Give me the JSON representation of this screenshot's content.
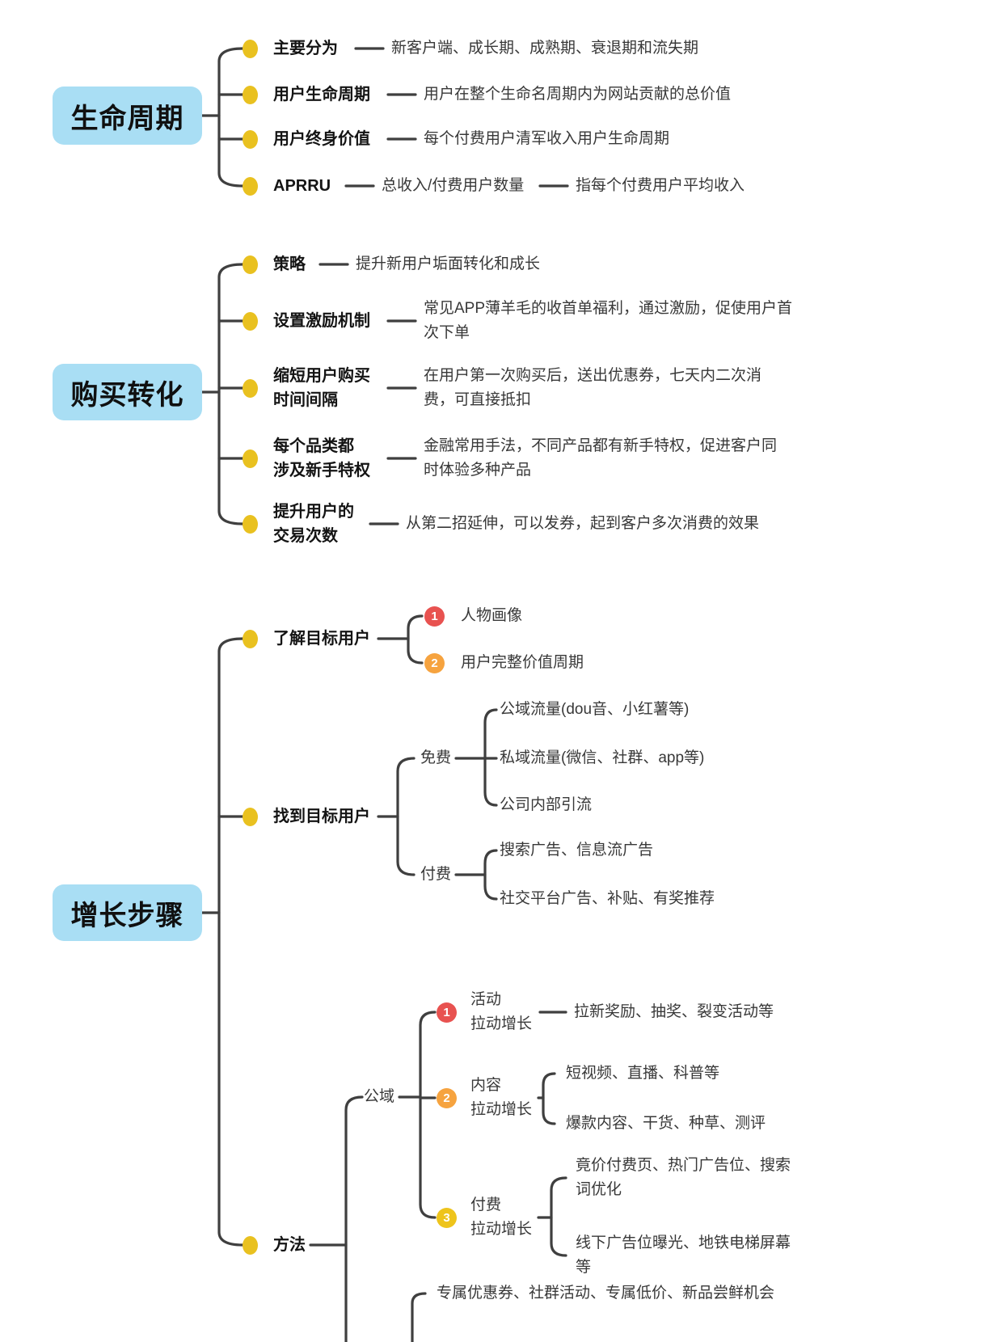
{
  "colors": {
    "topic_bg": "#a9def4",
    "bullet": "#e9c120",
    "connector": "#3f3f3f",
    "badge_1": "#e85250",
    "badge_2": "#f6a33f",
    "badge_3": "#eec41c"
  },
  "sections": [
    {
      "title": "生命周期",
      "children": [
        {
          "label": "主要分为",
          "desc": "新客户端、成长期、成熟期、衰退期和流失期"
        },
        {
          "label": "用户生命周期",
          "desc": "用户在整个生命名周期内为网站贡献的总价值"
        },
        {
          "label": "用户终身价值",
          "desc": "每个付费用户清军收入用户生命周期"
        },
        {
          "label": "APRRU",
          "mid": "总收入/付费用户数量",
          "desc": "指每个付费用户平均收入"
        }
      ]
    },
    {
      "title": "购买转化",
      "children": [
        {
          "label": "策略",
          "desc": "提升新用户垢面转化和成长"
        },
        {
          "label": "设置激励机制",
          "desc": "常见APP薄羊毛的收首单福利，通过激励，促使用户首\n次下单"
        },
        {
          "label": "缩短用户购买\n时间间隔",
          "desc": "在用户第一次购买后，送出优惠券，七天内二次消\n费，可直接抵扣"
        },
        {
          "label": "每个品类都\n涉及新手特权",
          "desc": "金融常用手法，不同产品都有新手特权，促进客户同\n时体验多种产品"
        },
        {
          "label": "提升用户的\n交易次数",
          "desc": "从第二招延伸，可以发券，起到客户多次消费的效果"
        }
      ]
    },
    {
      "title": "增长步骤",
      "children": [
        {
          "label": "了解目标用户",
          "items": [
            {
              "badge": "1",
              "text": "人物画像"
            },
            {
              "badge": "2",
              "text": "用户完整价值周期"
            }
          ]
        },
        {
          "label": "找到目标用户",
          "groups": [
            {
              "label": "免费",
              "leaves": [
                "公域流量(dou音、小红薯等)",
                "私域流量(微信、社群、app等)",
                "公司内部引流"
              ]
            },
            {
              "label": "付费",
              "leaves": [
                "搜索广告、信息流广告",
                "社交平台广告、补贴、有奖推荐"
              ]
            }
          ]
        },
        {
          "label": "方法",
          "channel": "公域",
          "methods": [
            {
              "badge": "1",
              "label": "活动\n拉动增长",
              "desc": "拉新奖励、抽奖、裂变活动等"
            },
            {
              "badge": "2",
              "label": "内容\n拉动增长",
              "leaves": [
                "短视频、直播、科普等",
                "爆款内容、干货、种草、测评"
              ]
            },
            {
              "badge": "3",
              "label": "付费\n拉动增长",
              "leaves": [
                "竟价付费页、热门广告位、搜索\n词优化",
                "线下广告位曝光、地铁电梯屏幕\n等"
              ]
            }
          ],
          "partial_leaf": "专属优惠券、社群活动、专属低价、新品尝鲜机会"
        }
      ]
    }
  ]
}
